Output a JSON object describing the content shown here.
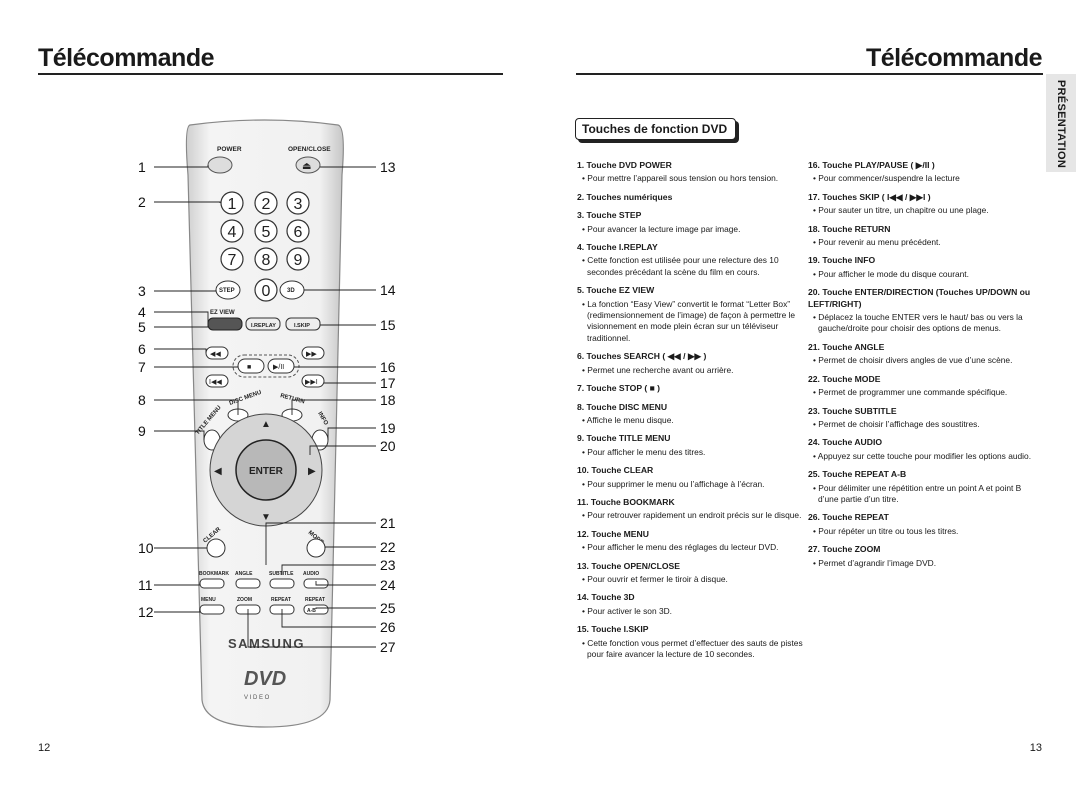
{
  "page_title": "Télécommande",
  "side_tab": "PRÉSENTATION",
  "page_left": "12",
  "page_right": "13",
  "section_title": "Touches de fonction DVD",
  "remote": {
    "power": "POWER",
    "open_close": "OPEN/CLOSE",
    "digits": [
      "1",
      "2",
      "3",
      "4",
      "5",
      "6",
      "7",
      "8",
      "9",
      "0"
    ],
    "step": "STEP",
    "three_d": "3D",
    "ez_view": "EZ VIEW",
    "ireplay": "I.REPLAY",
    "iskip": "I.SKIP",
    "disc_menu": "DISC MENU",
    "return": "RETURN",
    "title_menu": "TITLE MENU",
    "info": "INFO",
    "enter": "ENTER",
    "clear": "CLEAR",
    "mode": "MODE",
    "bottom_row1": [
      "BOOKMARK",
      "ANGLE",
      "SUBTITLE",
      "AUDIO"
    ],
    "bottom_row2": [
      "MENU",
      "ZOOM",
      "REPEAT",
      "REPEAT"
    ],
    "ab": "A-B",
    "brand": "SAMSUNG",
    "dvd": "DVD",
    "video": "V I D E O",
    "left_numbers": [
      "1",
      "2",
      "3",
      "4",
      "5",
      "6",
      "7",
      "8",
      "9",
      "10",
      "11",
      "12"
    ],
    "right_numbers": [
      "13",
      "14",
      "15",
      "16",
      "17",
      "18",
      "19",
      "20",
      "21",
      "22",
      "23",
      "24",
      "25",
      "26",
      "27"
    ]
  },
  "items_col1": [
    {
      "h": "1. Touche DVD POWER",
      "d": [
        "Pour mettre l’appareil sous tension ou hors tension."
      ]
    },
    {
      "h": "2. Touches numériques",
      "d": []
    },
    {
      "h": "3. Touche STEP",
      "d": [
        "Pour avancer la lecture image par image."
      ]
    },
    {
      "h": "4. Touche I.REPLAY",
      "d": [
        "Cette fonction est utilisée pour une relecture des 10 secondes précédant la scène du film en cours."
      ]
    },
    {
      "h": "5. Touche EZ VIEW",
      "d": [
        "La fonction “Easy View” convertit le format “Letter Box” (redimensionnement de l’image) de façon à permettre le visionnement en mode plein écran sur un téléviseur traditionnel."
      ]
    },
    {
      "h": "6. Touches SEARCH ( ◀◀ / ▶▶ )",
      "d": [
        "Permet une recherche avant ou arrière."
      ]
    },
    {
      "h": "7. Touche STOP ( ■ )",
      "d": []
    },
    {
      "h": "8. Touche DISC MENU",
      "d": [
        "Affiche le menu disque."
      ]
    },
    {
      "h": "9. Touche TITLE MENU",
      "d": [
        "Pour afficher le menu des titres."
      ]
    },
    {
      "h": "10. Touche CLEAR",
      "d": [
        "Pour supprimer le menu ou l’affichage à l’écran."
      ]
    },
    {
      "h": "11. Touche BOOKMARK",
      "d": [
        "Pour retrouver rapidement un endroit précis sur le disque."
      ]
    },
    {
      "h": "12. Touche MENU",
      "d": [
        "Pour afficher le menu des réglages du lecteur DVD."
      ]
    },
    {
      "h": "13. Touche OPEN/CLOSE",
      "d": [
        "Pour ouvrir et fermer le tiroir à disque."
      ]
    },
    {
      "h": "14. Touche 3D",
      "d": [
        "Pour activer le son 3D."
      ]
    },
    {
      "h": "15. Touche I.SKIP",
      "d": [
        "Cette fonction vous permet d’effectuer des sauts de pistes pour faire avancer la lecture de 10 secondes."
      ]
    }
  ],
  "items_col2": [
    {
      "h": "16. Touche PLAY/PAUSE ( ▶/II )",
      "d": [
        "Pour commencer/suspendre la lecture"
      ]
    },
    {
      "h": "17. Touches SKIP ( I◀◀ / ▶▶I )",
      "d": [
        "Pour sauter un titre, un chapitre ou une plage."
      ]
    },
    {
      "h": "18. Touche RETURN",
      "d": [
        "Pour revenir au menu précédent."
      ]
    },
    {
      "h": "19. Touche INFO",
      "d": [
        "Pour afficher le mode du disque courant."
      ]
    },
    {
      "h": "20. Touche ENTER/DIRECTION (Touches UP/DOWN ou LEFT/RIGHT)",
      "d": [
        "Déplacez la touche ENTER vers le haut/ bas ou vers la gauche/droite pour choisir des options de menus."
      ]
    },
    {
      "h": "21. Touche ANGLE",
      "d": [
        "Permet de choisir divers angles de vue d’une scène."
      ]
    },
    {
      "h": "22. Touche MODE",
      "d": [
        "Permet de programmer une commande spécifique."
      ]
    },
    {
      "h": "23. Touche SUBTITLE",
      "d": [
        "Permet de choisir l’affichage des soustitres."
      ]
    },
    {
      "h": "24. Touche AUDIO",
      "d": [
        "Appuyez sur cette touche pour modifier les options audio."
      ]
    },
    {
      "h": "25. Touche REPEAT A-B",
      "d": [
        "Pour délimiter une répétition entre un point A et point B d’une partie d’un titre."
      ]
    },
    {
      "h": "26. Touche REPEAT",
      "d": [
        "Pour répéter un titre ou tous les titres."
      ]
    },
    {
      "h": "27. Touche ZOOM",
      "d": [
        "Permet d’agrandir l’image DVD."
      ]
    }
  ]
}
